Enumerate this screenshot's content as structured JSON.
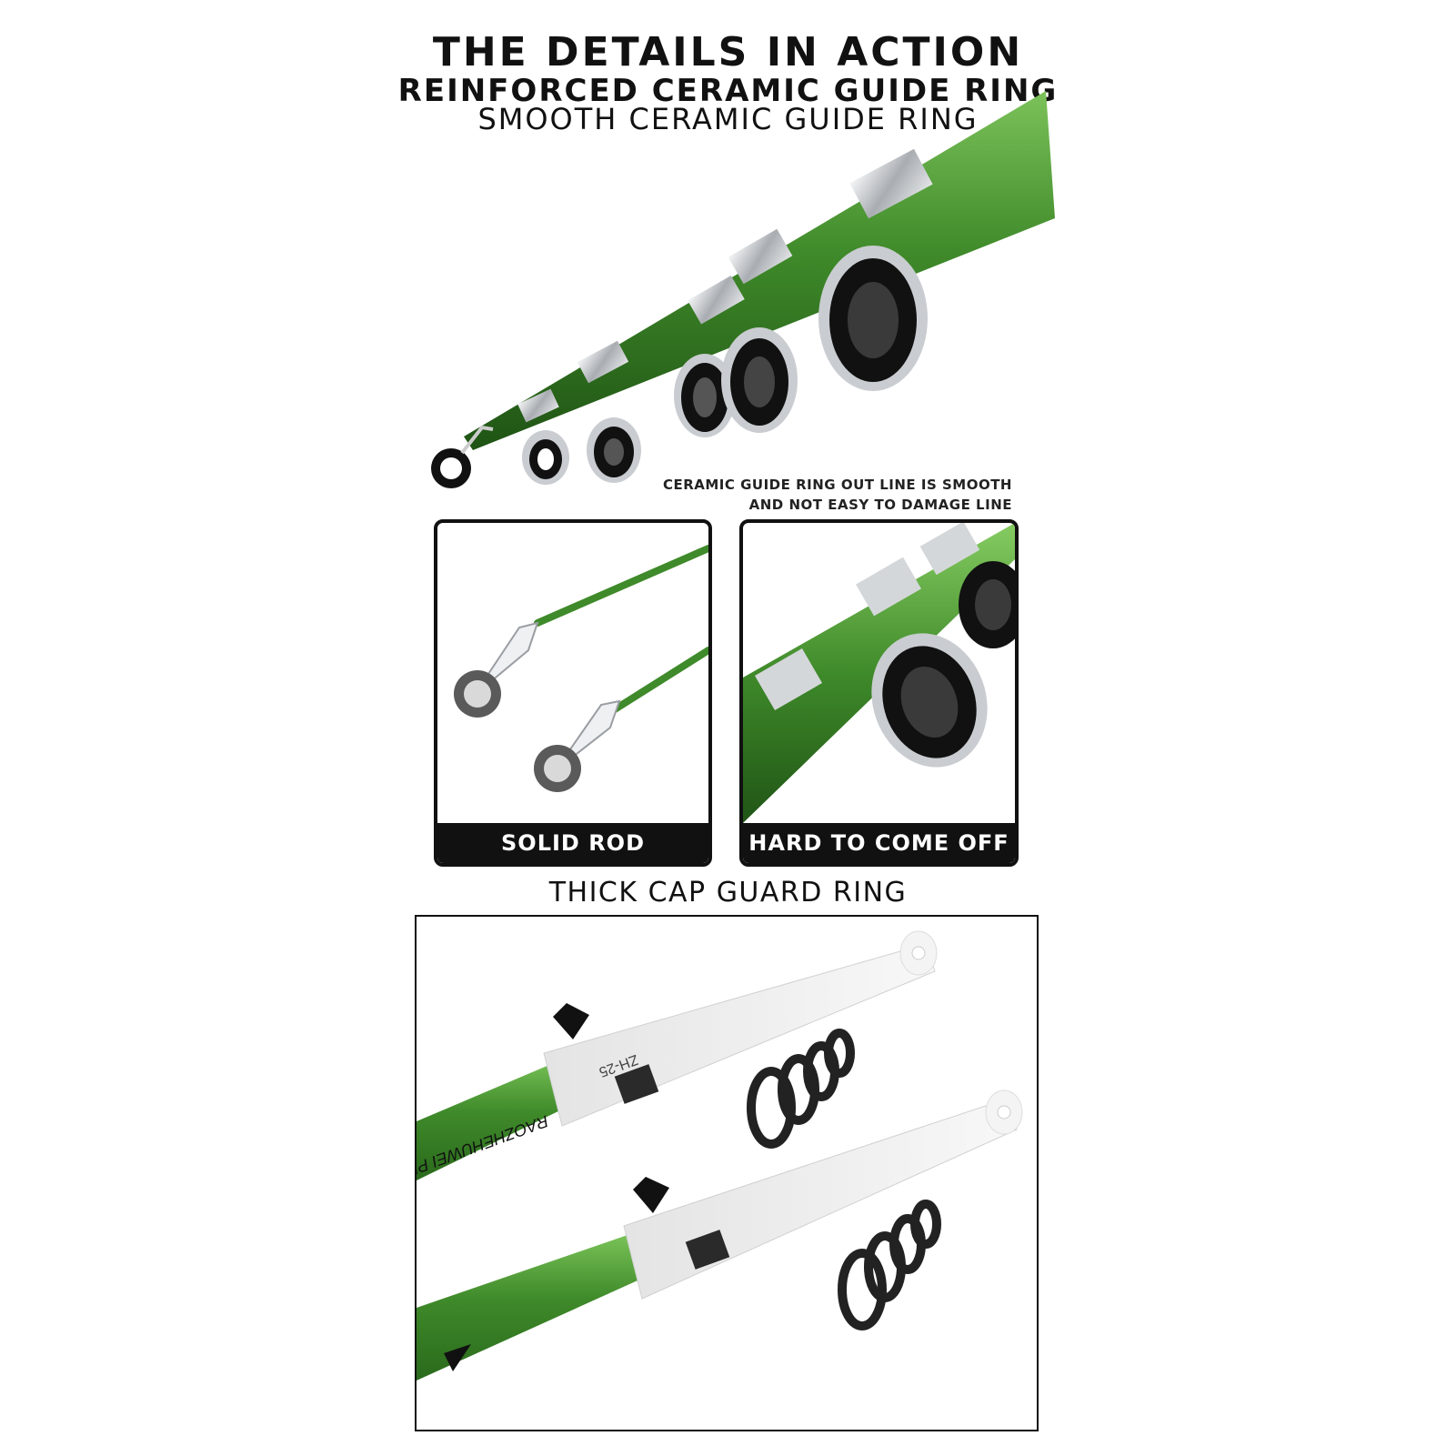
{
  "header": {
    "line1": "THE DETAILS IN ACTION",
    "line2": "REINFORCED CERAMIC GUIDE RING",
    "line3": "SMOOTH CERAMIC GUIDE RING"
  },
  "note": {
    "line1": "CERAMIC GUIDE RING OUT LINE IS SMOOTH",
    "line2": "AND NOT EASY TO DAMAGE LINE"
  },
  "panels": {
    "left_label": "SOLID ROD",
    "right_label": "HARD TO COME OFF"
  },
  "cap_section": {
    "title": "THICK CAP GUARD RING",
    "cap_model": "ZH-25",
    "rod_brand": "RAOZHEHUWEI PRO"
  },
  "colors": {
    "rod_green": "#3f8a2a",
    "ring_black": "#111111",
    "chrome": "#c9ccd0",
    "cap_white": "#eeeeee"
  }
}
